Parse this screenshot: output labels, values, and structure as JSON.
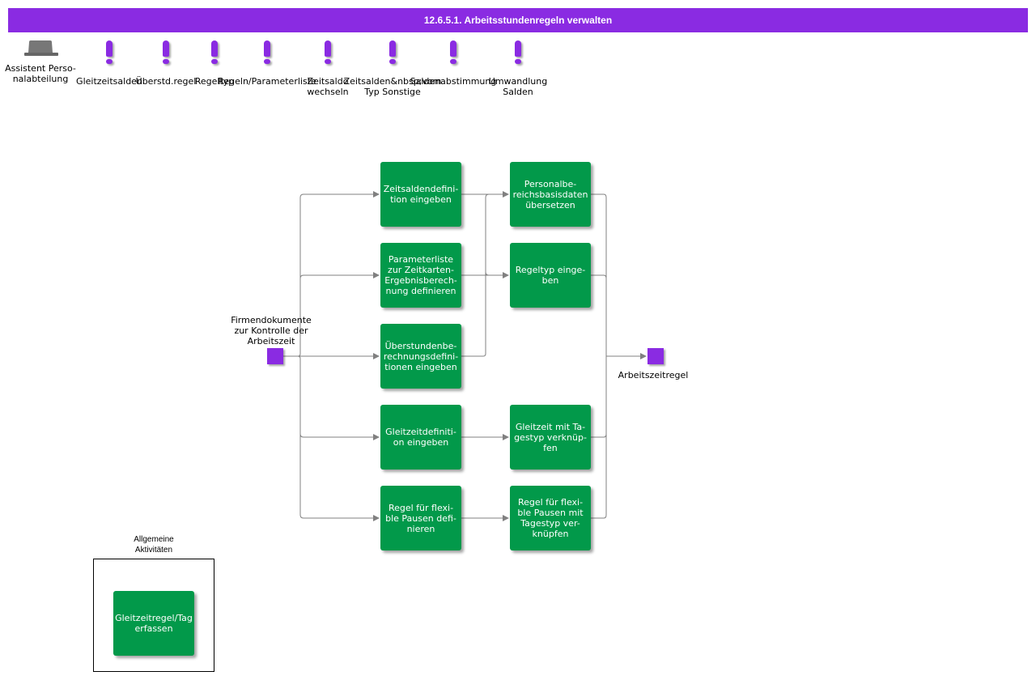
{
  "title": "12.6.5.1. Arbeitsstundenregeln verwalten",
  "roles": [
    {
      "label": "Assistent Perso-\nnalabteilung",
      "icon": "role-hat-icon"
    }
  ],
  "systems": [
    {
      "label": "Gleitzeitsalden",
      "icon": "exclamation-icon"
    },
    {
      "label": "Überstd.regel",
      "icon": "exclamation-icon"
    },
    {
      "label": "Regeltyp",
      "icon": "exclamation-icon"
    },
    {
      "label": "Regeln/Parameterliste",
      "icon": "exclamation-icon"
    },
    {
      "label": "Zeitsaldo\nwechseln",
      "icon": "exclamation-icon"
    },
    {
      "label": "Zeitsalden&nbsp;vom\nTyp Sonstige",
      "icon": "exclamation-icon"
    },
    {
      "label": "Saldenabstimmung",
      "icon": "exclamation-icon"
    },
    {
      "label": "Umwandlung\nSalden",
      "icon": "exclamation-icon"
    }
  ],
  "start_event": {
    "label": "Firmendokumente\nzur Kontrolle der\nArbeitszeit"
  },
  "end_event": {
    "label": "Arbeitszeitregel"
  },
  "tasks_col1": [
    {
      "label": "Zeitsaldendefini-\ntion eingeben"
    },
    {
      "label": "Parameterliste\nzur Zeitkarten-\nErgebnisberech-\nnung definieren"
    },
    {
      "label": "Überstundenbe-\nrechnungsdefini-\ntionen eingeben"
    },
    {
      "label": "Gleitzeitdefiniti-\non eingeben"
    },
    {
      "label": "Regel für flexi-\nble Pausen defi-\nnieren"
    }
  ],
  "tasks_col2": [
    {
      "label": "Personalbe-\nreichsbasisdaten\nübersetzen"
    },
    {
      "label": "Regeltyp einge-\nben"
    },
    {
      "label": "Gleitzeit mit Ta-\ngestyp verknüp-\nfen"
    },
    {
      "label": "Regel für flexi-\nble Pausen mit\nTagestyp ver-\nknüpfen"
    }
  ],
  "group": {
    "label": "Allgemeine\nAktivitäten",
    "task": "Gleitzeitregel/Tag\nerfassen"
  },
  "colors": {
    "title_bar": "#8a2be2",
    "task": "#02994a",
    "event": "#8a2be2",
    "connector": "#808080"
  }
}
